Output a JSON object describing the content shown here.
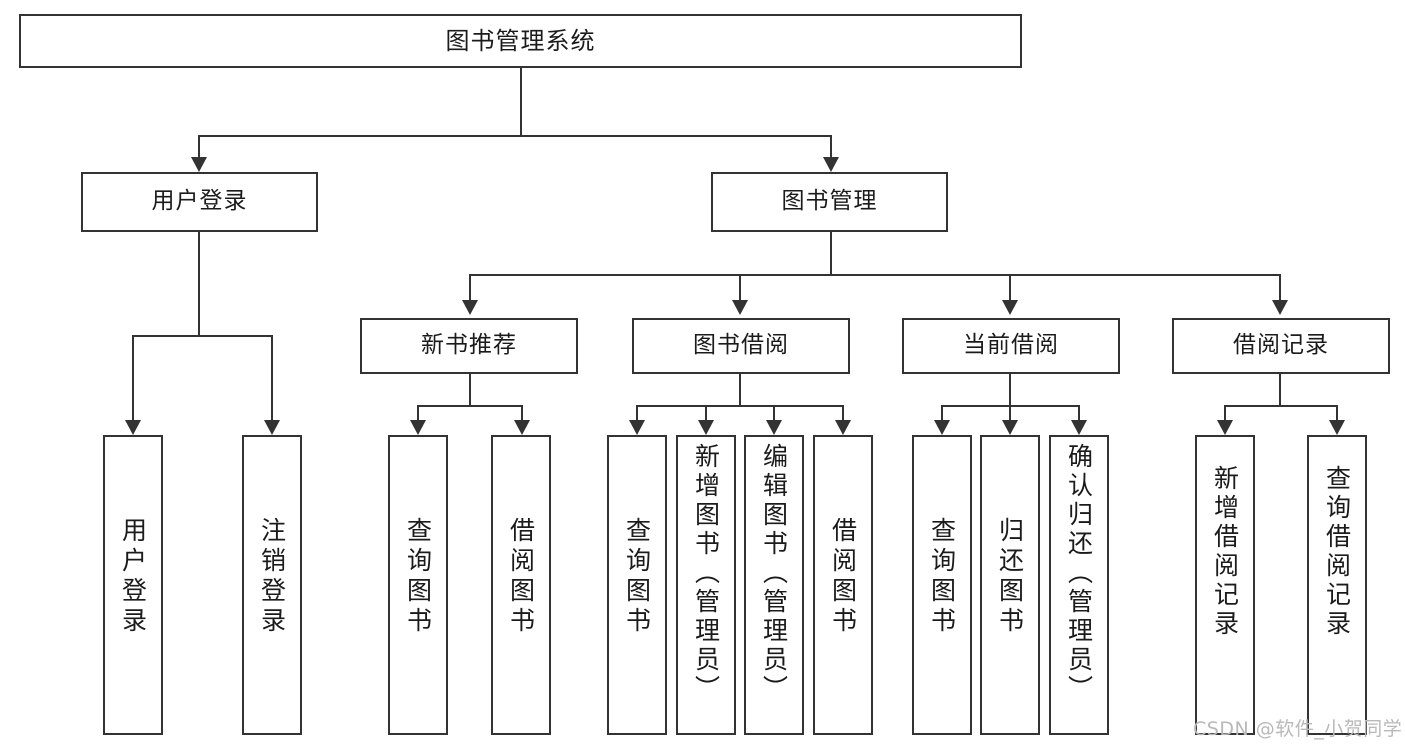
{
  "diagram": {
    "type": "tree",
    "title": "图书管理系统",
    "root": {
      "id": "root",
      "label": "图书管理系统"
    },
    "level2": [
      {
        "id": "user-login",
        "label": "用户登录"
      },
      {
        "id": "book-manage",
        "label": "图书管理"
      }
    ],
    "level3": [
      {
        "id": "new-book-recommend",
        "label": "新书推荐",
        "parent": "book-manage"
      },
      {
        "id": "book-borrow",
        "label": "图书借阅",
        "parent": "book-manage"
      },
      {
        "id": "current-borrow",
        "label": "当前借阅",
        "parent": "book-manage"
      },
      {
        "id": "borrow-record",
        "label": "借阅记录",
        "parent": "book-manage"
      }
    ],
    "leaves": [
      {
        "id": "leaf-user-login",
        "label": "用户登录",
        "parent": "user-login"
      },
      {
        "id": "leaf-logout",
        "label": "注销登录",
        "parent": "user-login"
      },
      {
        "id": "leaf-query-book-1",
        "label": "查询图书",
        "parent": "new-book-recommend"
      },
      {
        "id": "leaf-borrow-book-1",
        "label": "借阅图书",
        "parent": "new-book-recommend"
      },
      {
        "id": "leaf-query-book-2",
        "label": "查询图书",
        "parent": "book-borrow"
      },
      {
        "id": "leaf-add-book",
        "label": "新增图书（管理员）",
        "parent": "book-borrow"
      },
      {
        "id": "leaf-edit-book",
        "label": "编辑图书（管理员）",
        "parent": "book-borrow"
      },
      {
        "id": "leaf-borrow-book-2",
        "label": "借阅图书",
        "parent": "book-borrow"
      },
      {
        "id": "leaf-query-book-3",
        "label": "查询图书",
        "parent": "current-borrow"
      },
      {
        "id": "leaf-return-book",
        "label": "归还图书",
        "parent": "current-borrow"
      },
      {
        "id": "leaf-confirm-return",
        "label": "确认归还（管理员）",
        "parent": "current-borrow"
      },
      {
        "id": "leaf-add-record",
        "label": "新增借阅记录",
        "parent": "borrow-record"
      },
      {
        "id": "leaf-query-record",
        "label": "查询借阅记录",
        "parent": "borrow-record"
      }
    ],
    "colors": {
      "line": "#333333",
      "box_fill": "#ffffff",
      "text": "#1b1b1b",
      "background": "#ffffff",
      "watermark": "#b9b9b9"
    }
  },
  "watermark": {
    "text": "CSDN @软件_小贺同学"
  }
}
